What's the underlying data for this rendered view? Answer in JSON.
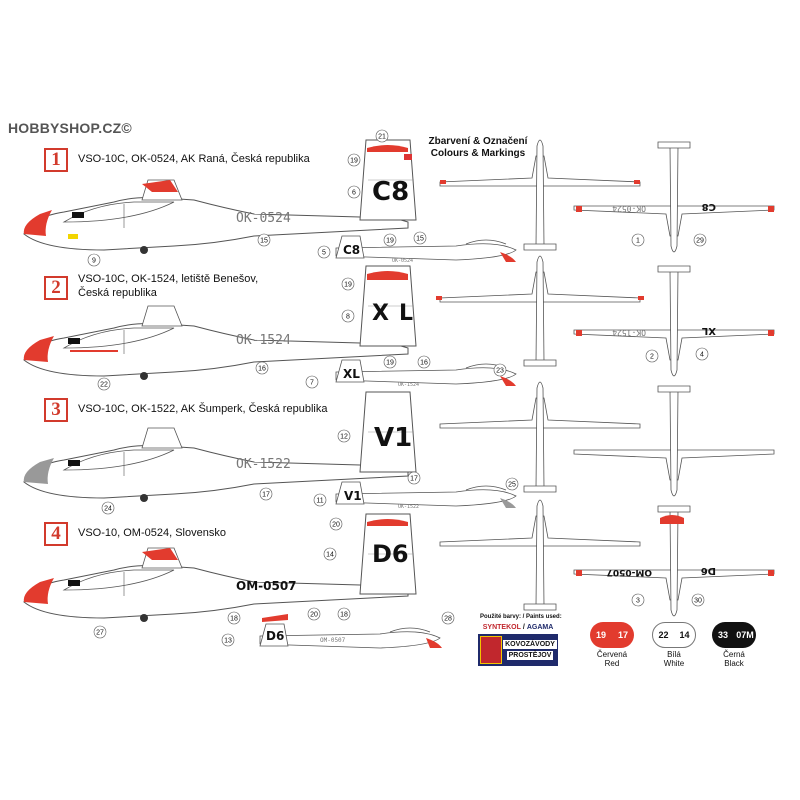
{
  "watermark": "HOBBYSHOP.CZ©",
  "header": {
    "title_cz": "Zbarvení & Označení",
    "title_en": "Colours & Markings"
  },
  "schemes": [
    {
      "num": "1",
      "caption_lines": [
        "VSO-10C, OK-0524, AK Raná, Česká republika"
      ],
      "reg": "OK-0524",
      "tail": "C8",
      "callouts": [
        "21",
        "19",
        "6",
        "9",
        "15",
        "5",
        "19",
        "15"
      ]
    },
    {
      "num": "2",
      "caption_lines": [
        "VSO-10C, OK-1524, letiště Benešov,",
        "Česká republika"
      ],
      "reg": "OK-1524",
      "tail": "XL",
      "callouts": [
        "19",
        "8",
        "22",
        "16",
        "7",
        "19",
        "16",
        "23"
      ]
    },
    {
      "num": "3",
      "caption_lines": [
        "VSO-10C, OK-1522, AK Šumperk, Česká republika"
      ],
      "reg": "OK-1522",
      "tail": "V1",
      "callouts": [
        "12",
        "24",
        "17",
        "11",
        "17",
        "25"
      ]
    },
    {
      "num": "4",
      "caption_lines": [
        "VSO-10, OM-0524, Slovensko"
      ],
      "reg": "OM-0507",
      "tail": "D6",
      "callouts": [
        "20",
        "14",
        "27",
        "18",
        "13",
        "20",
        "18",
        "28"
      ]
    }
  ],
  "plan_views": [
    {
      "upper_callouts": [],
      "lower_reg": "OK-0524",
      "lower_tail": "C8",
      "callouts": [
        "1",
        "29"
      ]
    },
    {
      "upper_callouts": [],
      "lower_reg": "OK-1524",
      "lower_tail": "XL",
      "callouts": [
        "2",
        "4"
      ]
    },
    {
      "upper_callouts": [],
      "lower_reg": "",
      "lower_tail": "",
      "callouts": []
    },
    {
      "upper_callouts": [],
      "lower_reg": "OM-0507",
      "lower_tail": "D6",
      "callouts": [
        "3",
        "30"
      ]
    }
  ],
  "paints": {
    "label": "Použité barvy: / Paints used:",
    "brand_a": "SYNTEKOL",
    "brand_b": "AGAMA",
    "maker_1": "KOVOZÁVODY",
    "maker_2": "PROSTĚJOV",
    "swatches": [
      {
        "a": "19",
        "b": "17",
        "name_cz": "Červená",
        "name_en": "Red",
        "color": "#e23b2e",
        "text": "#ffffff"
      },
      {
        "a": "22",
        "b": "14",
        "name_cz": "Bílá",
        "name_en": "White",
        "color": "#ffffff",
        "text": "#111111"
      },
      {
        "a": "33",
        "b": "07M",
        "name_cz": "Černá",
        "name_en": "Black",
        "color": "#111111",
        "text": "#ffffff"
      }
    ]
  },
  "colors": {
    "red": "#e23b2e",
    "black": "#111111",
    "outline": "#555555"
  }
}
